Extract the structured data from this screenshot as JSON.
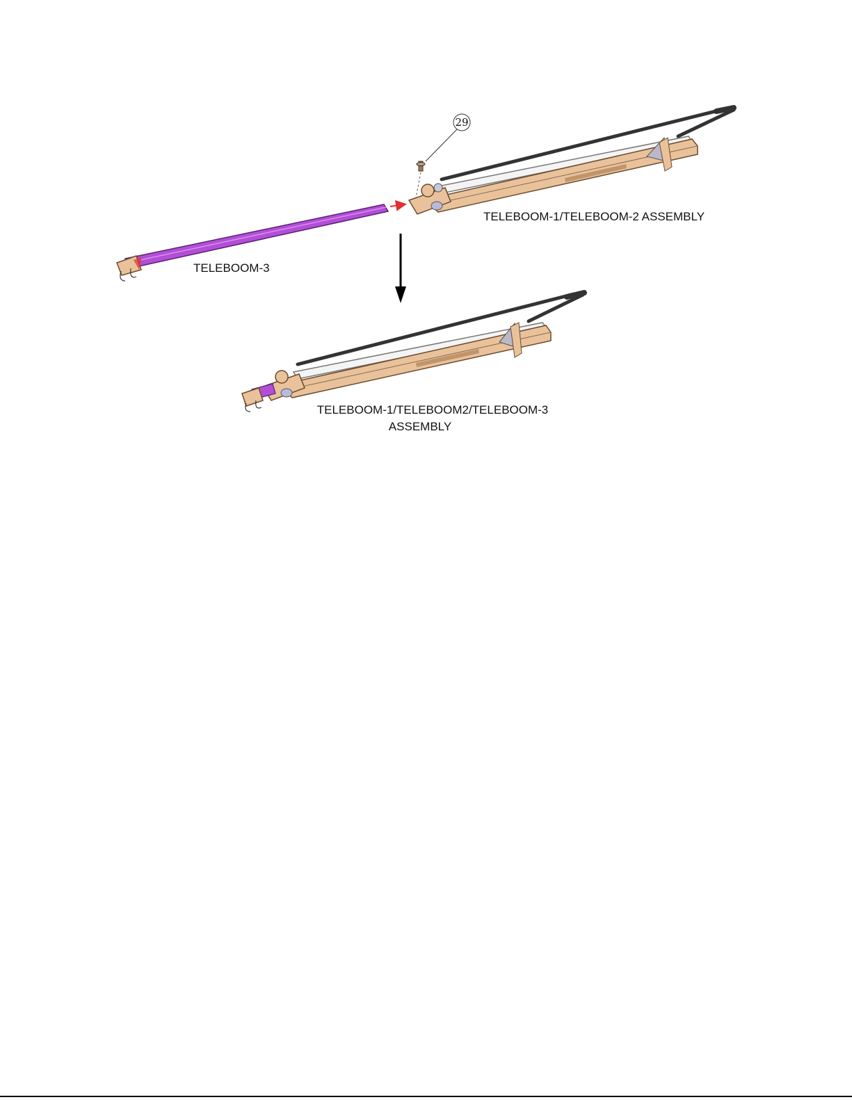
{
  "diagram": {
    "callout_number": "29",
    "labels": {
      "part_teleboom3": "TELEBOOM-3",
      "assembly_1_2": "TELEBOOM-1/TELEBOOM-2 ASSEMBLY",
      "assembly_1_2_3_line1": "TELEBOOM-1/TELEBOOM2/TELEBOOM-3",
      "assembly_1_2_3_line2": "ASSEMBLY"
    },
    "colors": {
      "teleboom3": "#b24fd6",
      "teleboom12_body": "#e9c29b",
      "teleboom12_outline": "#6b4a2a",
      "rod": "#333333",
      "white_tube": "#f2f2f2",
      "gusset": "#a8a8b8",
      "insert_arrow": "#e03030",
      "down_arrow": "#000000"
    }
  }
}
